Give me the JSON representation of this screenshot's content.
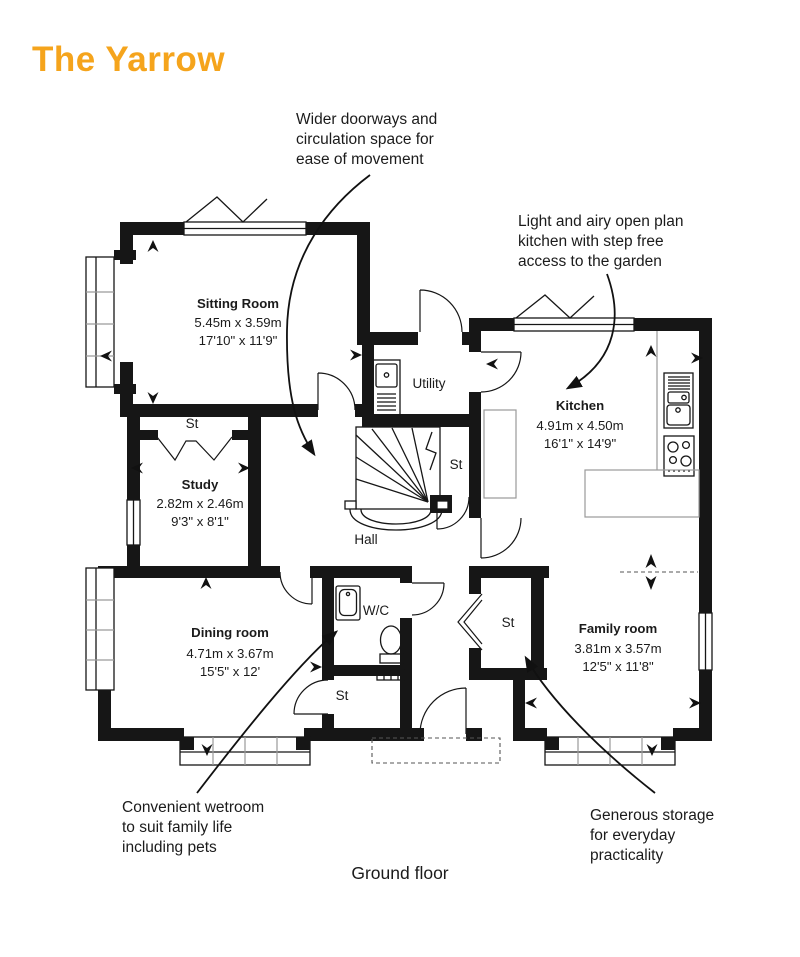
{
  "page": {
    "title": "The Yarrow",
    "floor_label": "Ground floor",
    "accent_color": "#F5A41C"
  },
  "annotations": {
    "doorways": {
      "lines": [
        "Wider doorways and",
        "circulation space for",
        "ease of movement"
      ]
    },
    "kitchen": {
      "lines": [
        "Light and airy open plan",
        "kitchen with step free",
        "access to the garden"
      ]
    },
    "wetroom": {
      "lines": [
        "Convenient wetroom",
        "to suit family life",
        "including pets"
      ]
    },
    "storage": {
      "lines": [
        "Generous storage",
        "for everyday",
        "practicality"
      ]
    }
  },
  "rooms": {
    "sitting": {
      "name": "Sitting Room",
      "metric": "5.45m x 3.59m",
      "imperial": "17'10\" x 11'9\""
    },
    "study": {
      "name": "Study",
      "metric": "2.82m x 2.46m",
      "imperial": "9'3\" x 8'1\""
    },
    "dining": {
      "name": "Dining room",
      "metric": "4.71m x 3.67m",
      "imperial": "15'5\" x 12'"
    },
    "kitchen": {
      "name": "Kitchen",
      "metric": "4.91m x 4.50m",
      "imperial": "16'1\" x 14'9\""
    },
    "family": {
      "name": "Family room",
      "metric": "3.81m x 3.57m",
      "imperial": "12'5\" x 11'8\""
    }
  },
  "labels": {
    "utility": "Utility",
    "hall": "Hall",
    "wc": "W/C",
    "st": "St"
  }
}
